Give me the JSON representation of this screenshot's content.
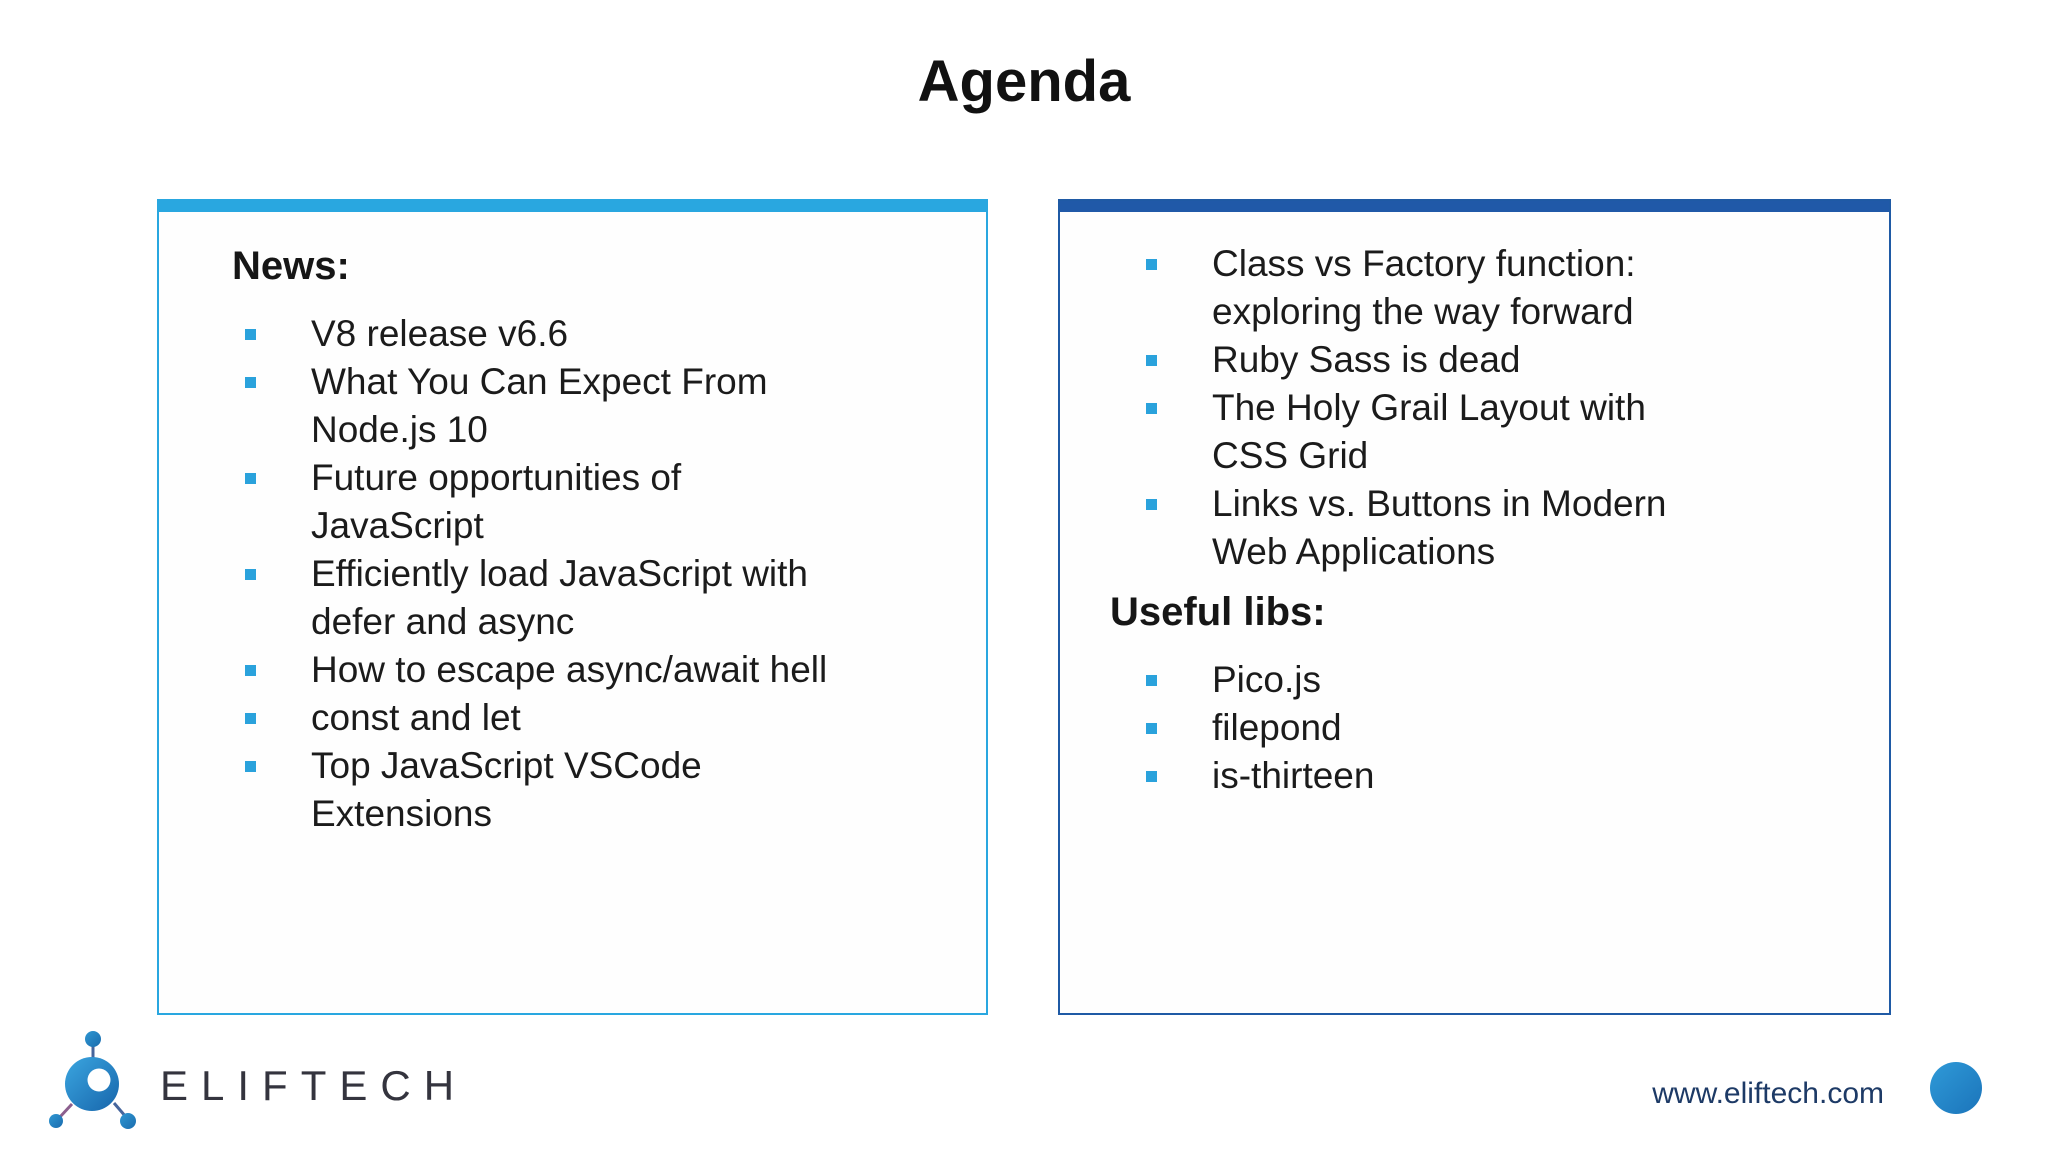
{
  "slide": {
    "title": "Agenda"
  },
  "left_box": {
    "heading": "News:",
    "accent_color": "#29a7e0",
    "items": [
      "V8 release v6.6",
      "What You Can Expect From\nNode.js 10",
      "Future opportunities of\nJavaScript",
      "Efficiently load JavaScript with\ndefer and async",
      "How to escape async/await hell",
      "const and let",
      "Top JavaScript VSCode\nExtensions"
    ]
  },
  "right_box": {
    "accent_color": "#2059a8",
    "items": [
      "Class vs Factory function:\nexploring the way forward",
      "Ruby Sass is dead",
      "The Holy Grail Layout with\nCSS Grid",
      "Links vs. Buttons in Modern\nWeb Applications"
    ],
    "heading": "Useful libs:",
    "libs": [
      "Pico.js",
      "filepond",
      "is-thirteen"
    ]
  },
  "footer": {
    "logo_text": "ELIFTECH",
    "website": "www.eliftech.com"
  },
  "colors": {
    "bullet": "#2aa2dc",
    "left_accent": "#29a7e0",
    "right_accent": "#2059a8",
    "body_text": "#1b1b1b",
    "website_text": "#1d3a66",
    "footer_dot": "#1b74ba"
  }
}
